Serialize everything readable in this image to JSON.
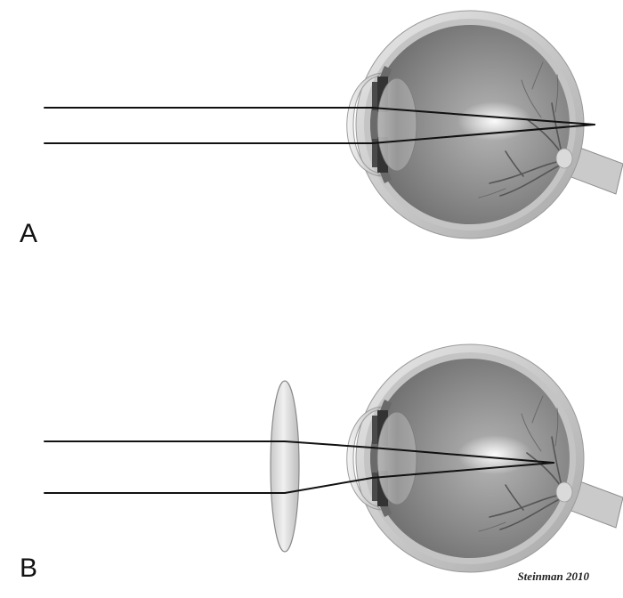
{
  "panels": [
    {
      "label": "A",
      "lens_present": false,
      "focus": "behind-retina"
    },
    {
      "label": "B",
      "lens_present": true,
      "lens_type": "convex",
      "focus": "on-retina"
    }
  ],
  "signature": "Steinman 2010",
  "colors": {
    "background": "#ffffff",
    "ray": "#111111",
    "sclera": "#bdbdbd",
    "vitreous": "#8a8a8a",
    "cornea": "#d6d6d6",
    "lens": "#cfcfcf",
    "iris": "#3a3a3a",
    "optic_nerve": "#c8c8c8",
    "vessel": "#5a5a5a",
    "corrective_lens": "#d9d9d9"
  }
}
